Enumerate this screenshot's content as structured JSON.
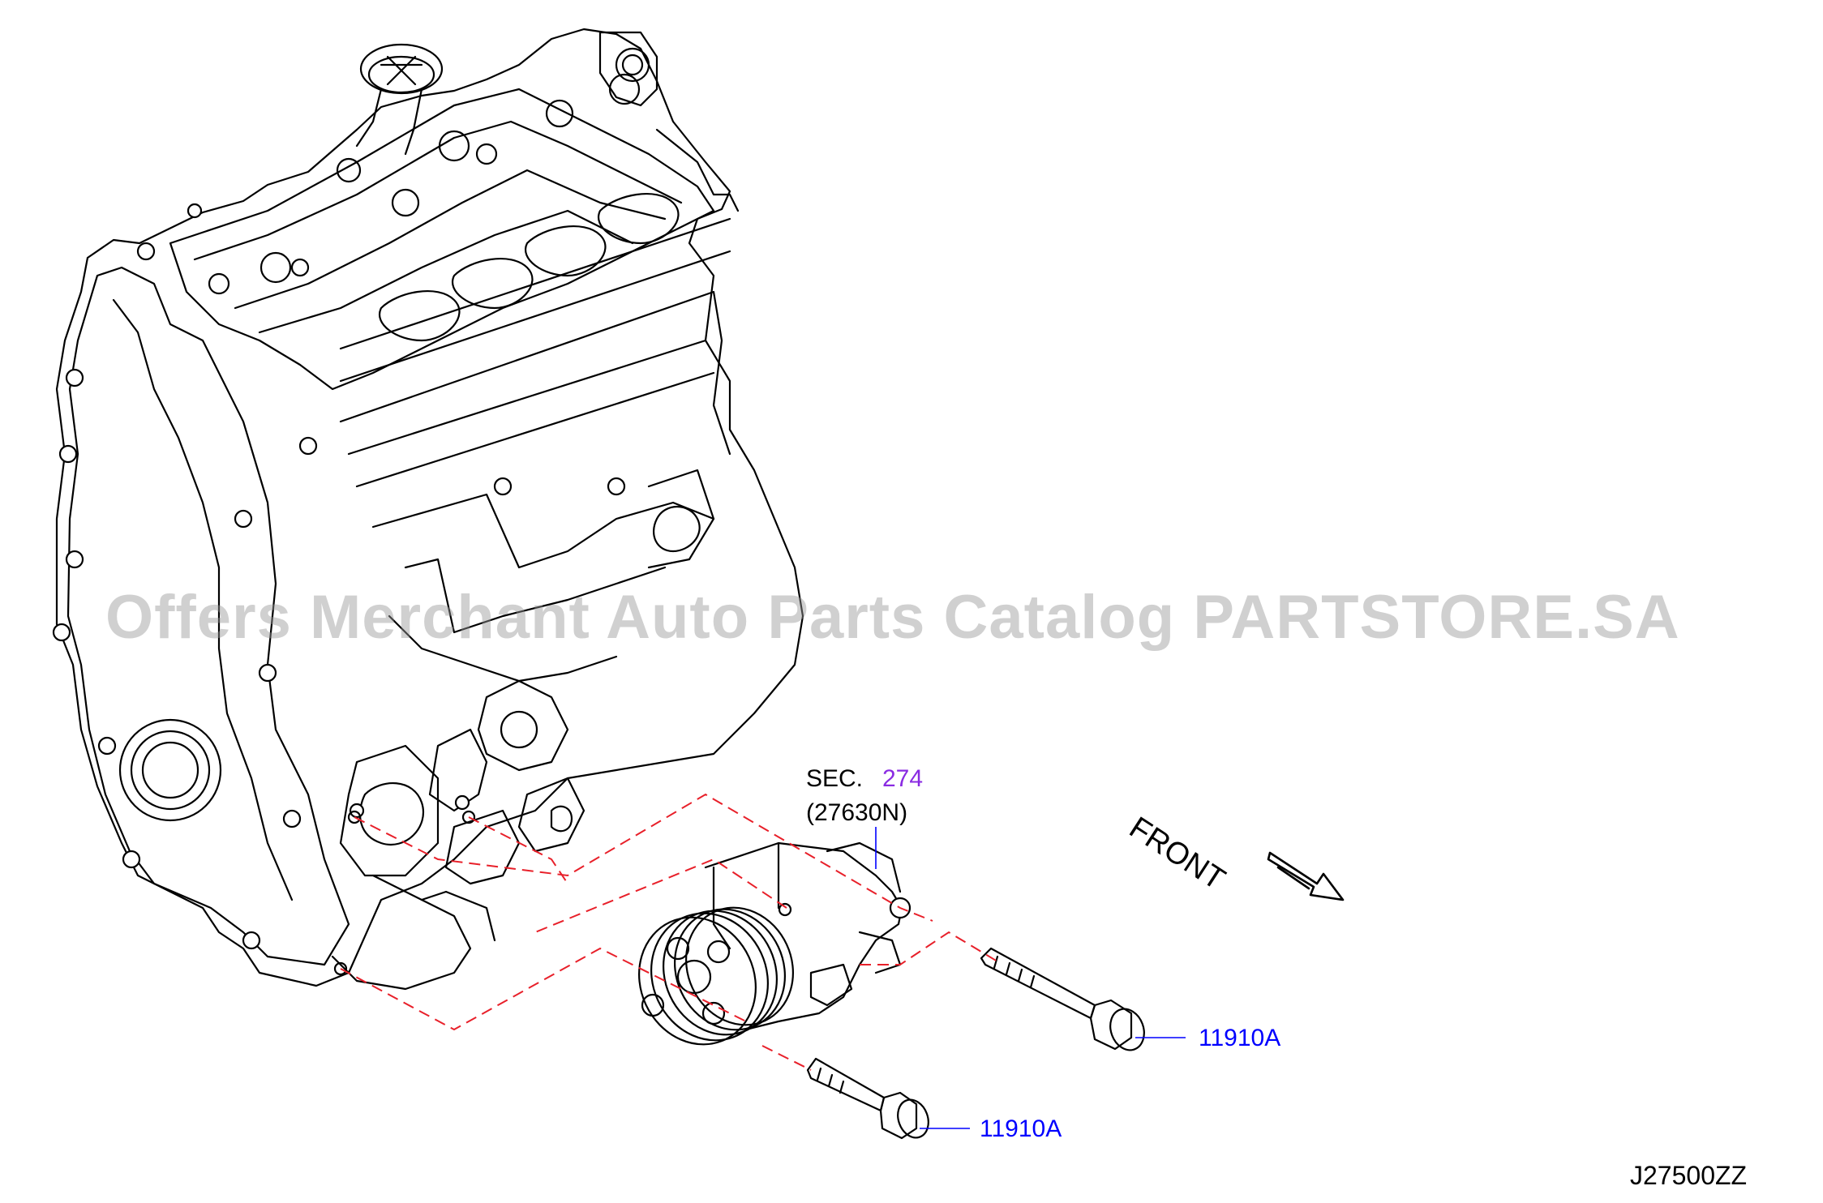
{
  "watermark": "Offers Merchant Auto Parts Catalog PARTSTORE.SA",
  "section_label": "SEC.",
  "section_number": "274",
  "section_part": "(27630N)",
  "callouts": [
    {
      "part_no": "11910A"
    },
    {
      "part_no": "11910A"
    }
  ],
  "front_label": "FRONT",
  "diagram_code": "J27500ZZ",
  "colors": {
    "callout_blue": "#0000ff",
    "section_purple": "#8a2be2",
    "leader_red": "#e8202a"
  }
}
